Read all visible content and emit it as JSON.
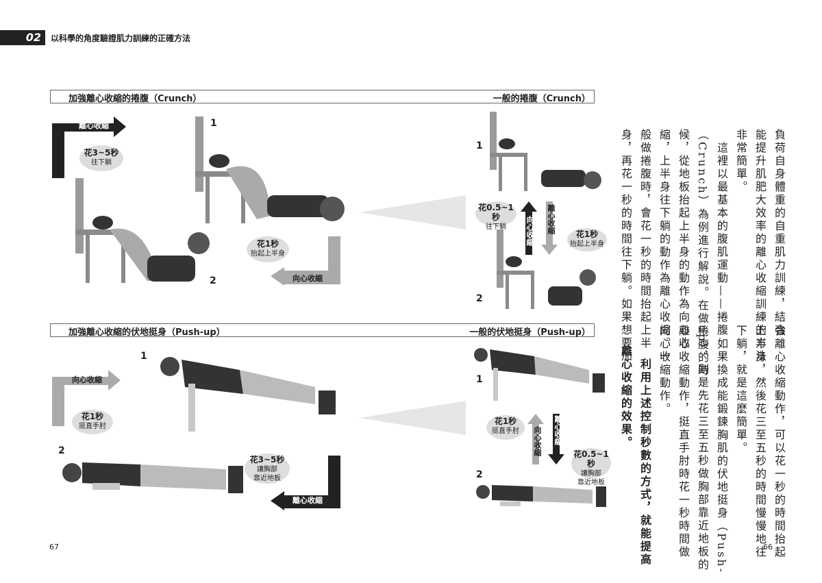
{
  "header": {
    "chapter_num": "02",
    "chapter_title": "以科學的角度驗證肌力訓練的正確方法"
  },
  "crunch": {
    "left_title": "加強離心收縮的捲腹（Crunch）",
    "right_title": "一般的捲腹（Crunch）",
    "left_arrow_eccentric": "離心收縮",
    "left_oval_down_time": "花3~5秒",
    "left_oval_down_text": "往下躺",
    "left_oval_up_time": "花1秒",
    "left_oval_up_text": "抬起上半身",
    "left_arrow_concentric": "向心收縮",
    "step1": "1",
    "step2": "2",
    "right_oval_down_time": "花0.5~1秒",
    "right_oval_down_text": "往下躺",
    "right_vert_up": "向心收縮",
    "right_vert_down": "離心收縮",
    "right_oval_up_time": "花1秒",
    "right_oval_up_text": "抬起上半身"
  },
  "pushup": {
    "left_title": "加強離心收縮的伏地挺身（Push-up）",
    "right_title": "一般的伏地挺身（Push-up）",
    "left_arrow_concentric": "向心收縮",
    "left_oval_up_time": "花1秒",
    "left_oval_up_text": "挺直手肘",
    "left_oval_down_time": "花3~5秒",
    "left_oval_down_text1": "讓胸部",
    "left_oval_down_text2": "靠近地板",
    "left_arrow_eccentric": "離心收縮",
    "step1": "1",
    "step2": "2",
    "right_oval_up_time": "花1秒",
    "right_oval_up_text": "挺直手肘",
    "right_vert_up": "向心收縮",
    "right_vert_down": "離心收縮",
    "right_oval_down_time": "花0.5~1秒",
    "right_oval_down_text1": "讓胸部",
    "right_oval_down_text2": "靠近地板"
  },
  "body_text": {
    "top_cols": [
      "負荷自身體重的自重肌力訓練，結合",
      "能提升肌肥大效率的離心收縮訓練的方法",
      "非常簡單。",
      "　這裡以最基本的腹肌運動——捲腹",
      "（Crunch）為例進行解說。在做捲腹的時",
      "候，從地板抬起上半身的動作為向心收",
      "縮，上半身往下躺的動作為離心收縮。一",
      "般做捲腹時，會花一秒的時間抬起上半",
      "身，再花一秒的時間往下躺。如果想要加"
    ],
    "bottom_cols": [
      "強離心收縮動作，可以花一秒的時間抬起",
      "上半身，然後花三至五秒的時間慢慢地往",
      "下躺，就是這麼簡單。",
      "　如果換成能鍛鍊胸肌的伏地挺身（Push-",
      "up），則是先花三至五秒做胸部靠近地板的",
      "離心收縮動作，挺直手肘時花一秒時間做",
      "向心收縮動作。"
    ],
    "bold_cols": [
      "　利用上述控制秒數的方式，就能提高",
      "離心收縮的效果。"
    ]
  },
  "page_numbers": {
    "left": "67",
    "right": "66"
  }
}
